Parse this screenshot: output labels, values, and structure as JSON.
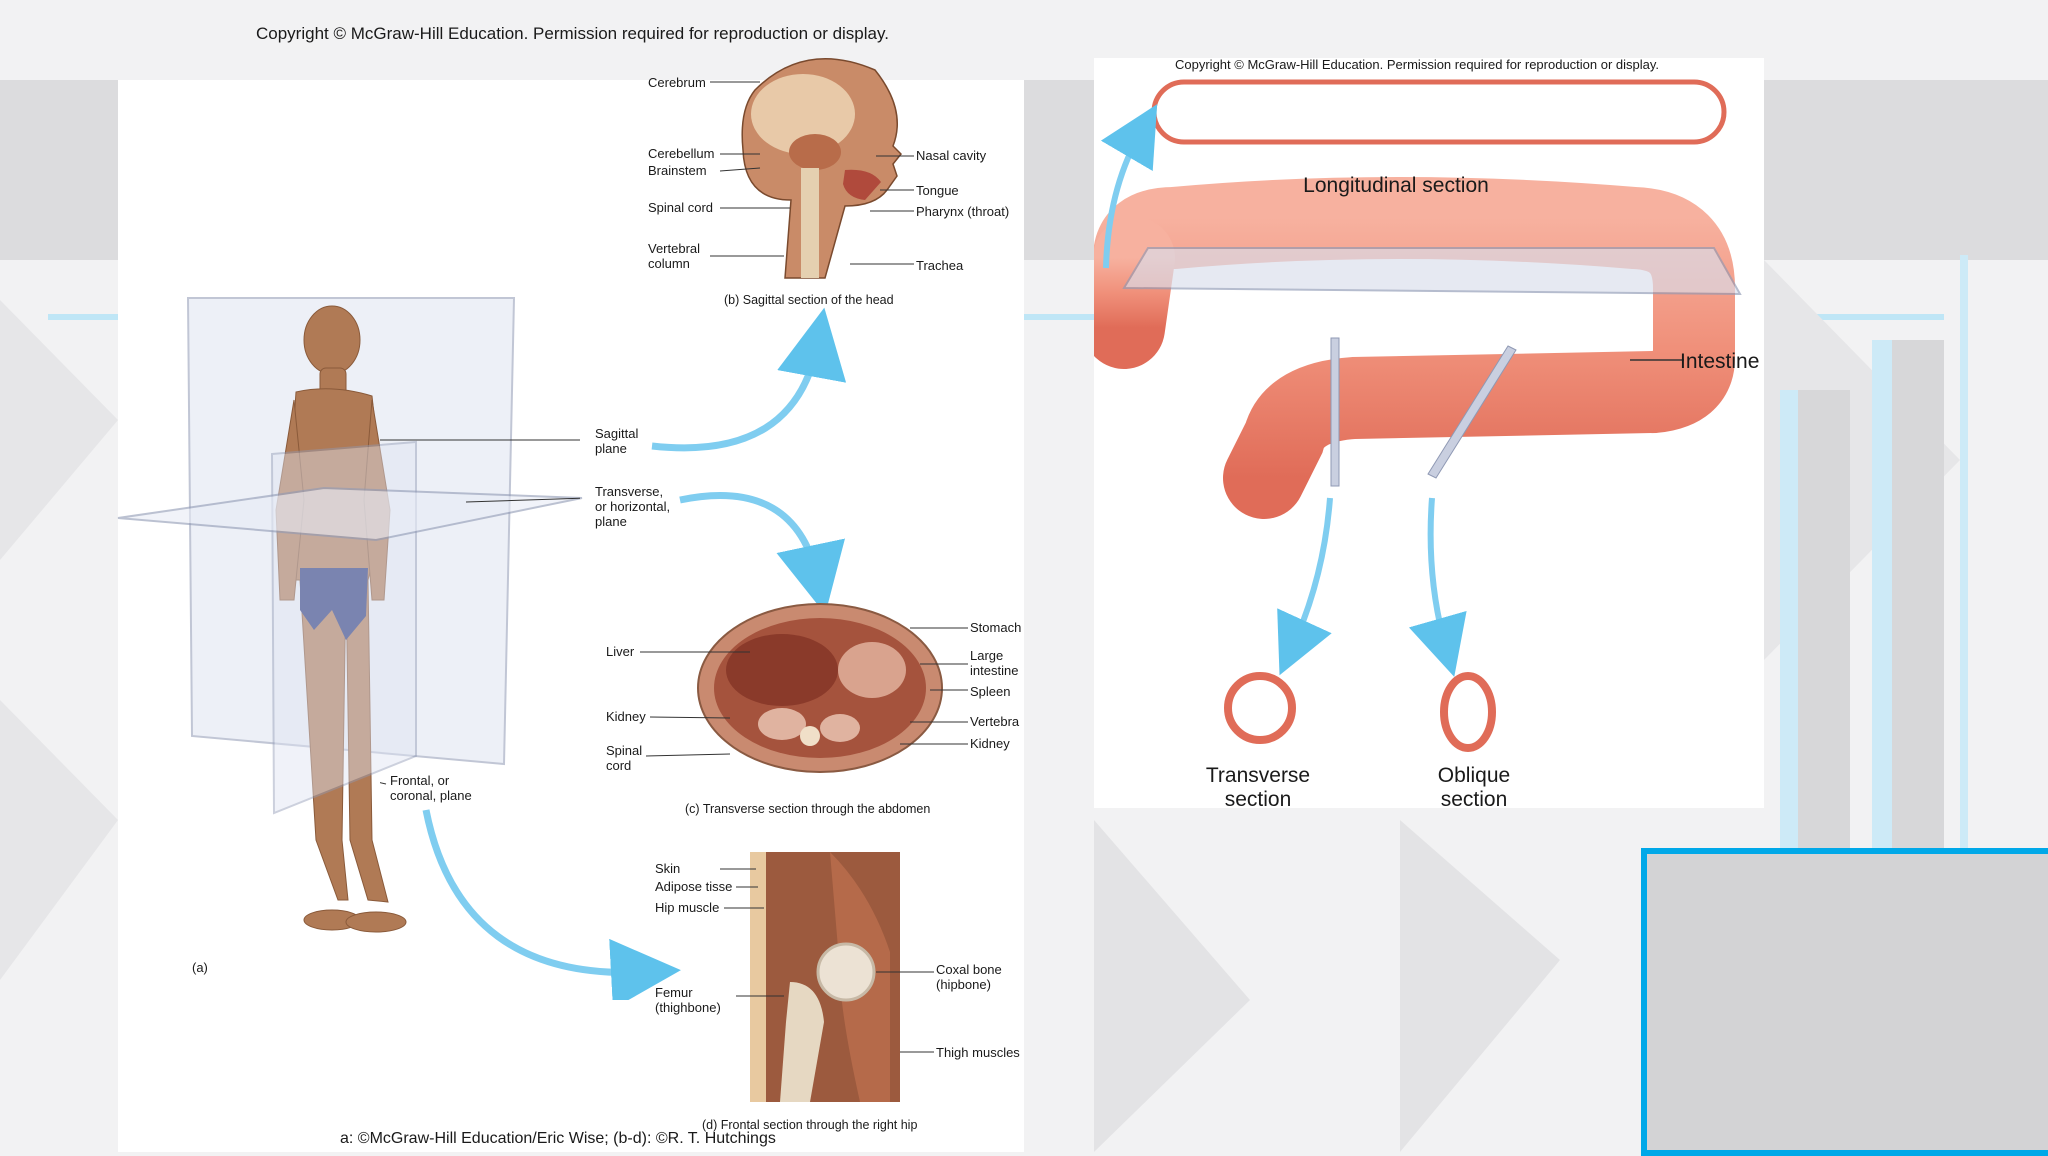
{
  "copyright_left": "Copyright © McGraw-Hill Education. Permission required for reproduction or display.",
  "copyright_right": "Copyright © McGraw-Hill Education. Permission required for reproduction or display.",
  "body_figure": {
    "label_a": "(a)",
    "planes": {
      "sagittal": "Sagittal\nplane",
      "transverse": "Transverse,\nor horizontal,\nplane",
      "frontal": "Frontal, or\ncoronal, plane"
    }
  },
  "head_section": {
    "caption": "(b) Sagittal section of the head",
    "labels_left": [
      "Cerebrum",
      "Cerebellum",
      "Brainstem",
      "Spinal cord",
      "Vertebral\ncolumn"
    ],
    "labels_right": [
      "Nasal cavity",
      "Tongue",
      "Pharynx (throat)",
      "Trachea"
    ]
  },
  "abdomen_section": {
    "caption": "(c) Transverse section through the abdomen",
    "labels_left": [
      "Liver",
      "Kidney",
      "Spinal\ncord"
    ],
    "labels_right": [
      "Stomach",
      "Large\nintestine",
      "Spleen",
      "Vertebra",
      "Kidney"
    ]
  },
  "hip_section": {
    "caption": "(d) Frontal section through the right hip",
    "labels_left": [
      "Skin",
      "Adipose tisse",
      "Hip muscle",
      "Femur\n(thighbone)"
    ],
    "labels_right": [
      "Coxal bone\n(hipbone)",
      "Thigh muscles"
    ]
  },
  "credit_line": "a: ©McGraw-Hill Education/Eric Wise; (b-d): ©R. T. Hutchings",
  "intestine_figure": {
    "longitudinal": "Longitudinal section",
    "intestine": "Intestine",
    "transverse": "Transverse\nsection",
    "oblique": "Oblique\nsection"
  },
  "colors": {
    "accent_blue": "#00a8e8",
    "arrow_blue": "#7fcdf0",
    "intestine": "#f0907a",
    "intestine_dark": "#e06c58"
  }
}
